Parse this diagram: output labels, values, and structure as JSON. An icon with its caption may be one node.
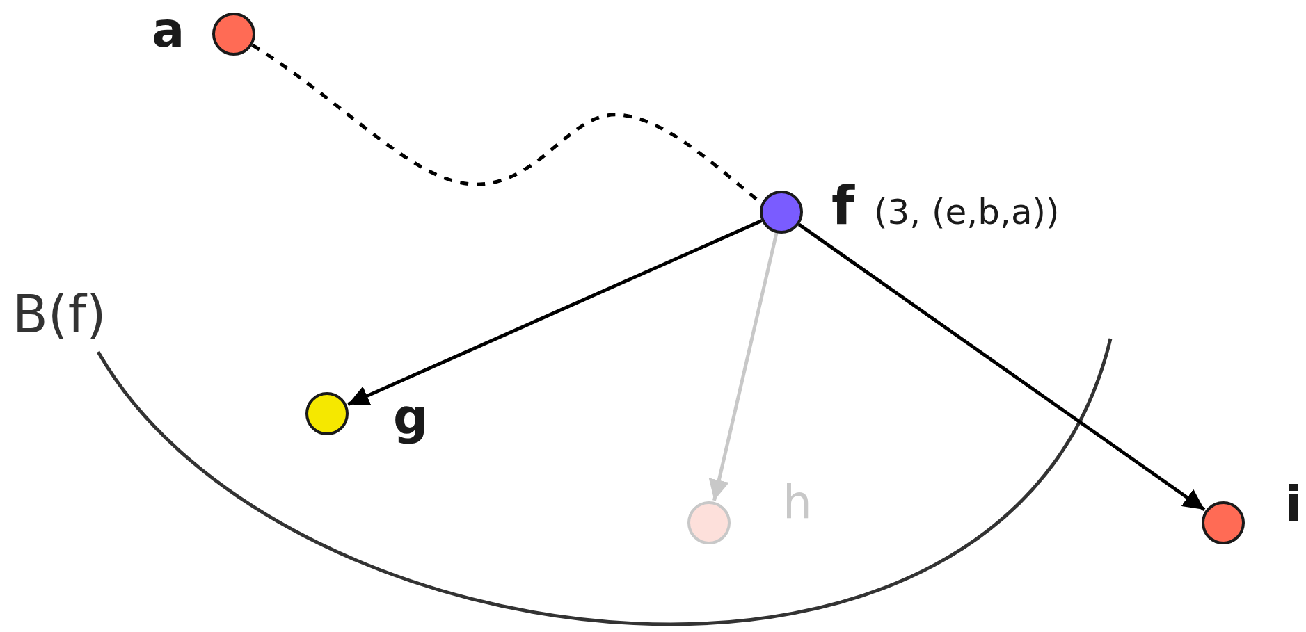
{
  "diagram": {
    "nodes": [
      {
        "text": [],
        "shape": "circle",
        "beside": [
          "a"
        ]
      },
      {
        "text": [],
        "shape": "circle",
        "beside": [
          "f",
          "(3, (e,b,a))"
        ]
      },
      {
        "text": [],
        "shape": "circle",
        "beside": [
          "g"
        ]
      },
      {
        "text": [],
        "shape": "circle",
        "beside": [
          "h"
        ]
      },
      {
        "text": [],
        "shape": "circle",
        "beside": [
          "i"
        ]
      }
    ],
    "edges": [
      {
        "from": 0,
        "to": 1,
        "arrow": "none",
        "style": "dashed"
      },
      {
        "from": 1,
        "to": 2,
        "arrow": "to"
      },
      {
        "from": 1,
        "to": 3,
        "arrow": "to",
        "color": "#c8c8c8"
      },
      {
        "from": 1,
        "to": 4,
        "arrow": "to"
      }
    ],
    "labels": [
      "B(f)"
    ]
  }
}
